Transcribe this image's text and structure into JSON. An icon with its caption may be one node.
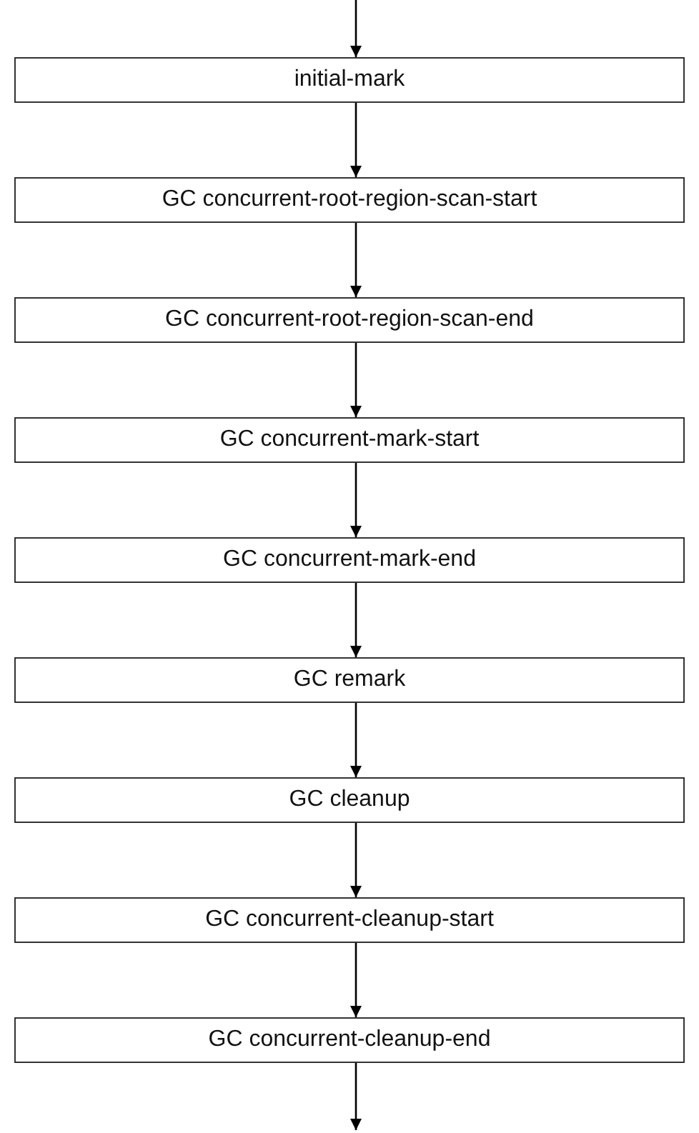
{
  "diagram": {
    "nodes": [
      {
        "text": [
          "initial-mark"
        ]
      },
      {
        "text": [
          "GC concurrent-root-region-scan-start"
        ]
      },
      {
        "text": [
          "GC concurrent-root-region-scan-end"
        ]
      },
      {
        "text": [
          "GC concurrent-mark-start"
        ]
      },
      {
        "text": [
          "GC concurrent-mark-end"
        ]
      },
      {
        "text": [
          "GC remark"
        ]
      },
      {
        "text": [
          "GC cleanup"
        ]
      },
      {
        "text": [
          "GC concurrent-cleanup-start"
        ]
      },
      {
        "text": [
          "GC concurrent-cleanup-end"
        ]
      }
    ],
    "edges": [
      {
        "from": null,
        "to": 0,
        "arrow": "to"
      },
      {
        "from": 0,
        "to": 1,
        "arrow": "to"
      },
      {
        "from": 1,
        "to": 2,
        "arrow": "to"
      },
      {
        "from": 2,
        "to": 3,
        "arrow": "to"
      },
      {
        "from": 3,
        "to": 4,
        "arrow": "to"
      },
      {
        "from": 4,
        "to": 5,
        "arrow": "to"
      },
      {
        "from": 5,
        "to": 6,
        "arrow": "to"
      },
      {
        "from": 6,
        "to": 7,
        "arrow": "to"
      },
      {
        "from": 7,
        "to": 8,
        "arrow": "to"
      },
      {
        "from": 8,
        "to": null,
        "arrow": "to"
      }
    ]
  }
}
